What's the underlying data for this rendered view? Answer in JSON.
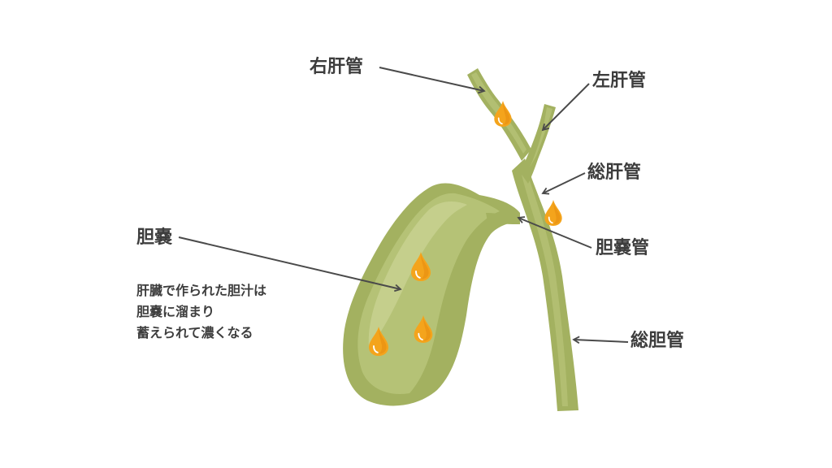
{
  "labels": {
    "right_hepatic_duct": "右肝管",
    "left_hepatic_duct": "左肝管",
    "common_hepatic_duct": "総肝管",
    "gallbladder": "胆嚢",
    "cystic_duct": "胆嚢管",
    "common_bile_duct": "総胆管"
  },
  "description": {
    "line1": "肝臓で作られた胆汁は",
    "line2": "胆嚢に溜まり",
    "line3": "蓄えられて濃くなる"
  },
  "colors": {
    "organ_dark": "#a3b160",
    "organ_main": "#b5c276",
    "organ_light": "#c6d08f",
    "bile_drop": "#f4a41c",
    "bile_drop_dark": "#e58a0f",
    "arrow": "#4a4a4a",
    "text": "#3d3d3d"
  }
}
